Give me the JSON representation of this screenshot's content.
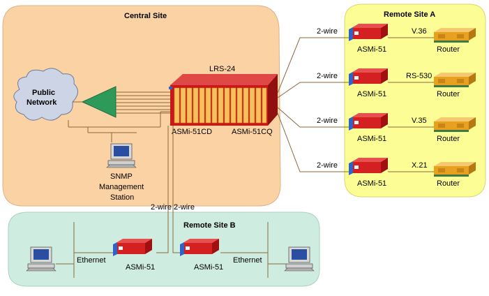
{
  "sites": {
    "central": {
      "title": "Central Site"
    },
    "remote_a": {
      "title": "Remote Site A"
    },
    "remote_b": {
      "title": "Remote Site B"
    }
  },
  "central": {
    "cloud_line1": "Public",
    "cloud_line2": "Network",
    "lrs_label": "LRS-24",
    "card_left": "ASMi-51CD",
    "card_right": "ASMi-51CQ",
    "snmp_line1": "SNMP",
    "snmp_line2": "Management",
    "snmp_line3": "Station"
  },
  "remote_a": {
    "links": [
      {
        "wire": "2-wire",
        "modem": "ASMi-51",
        "interface": "V.36",
        "router": "Router"
      },
      {
        "wire": "2-wire",
        "modem": "ASMi-51",
        "interface": "RS-530",
        "router": "Router"
      },
      {
        "wire": "2-wire",
        "modem": "ASMi-51",
        "interface": "V.35",
        "router": "Router"
      },
      {
        "wire": "2-wire",
        "modem": "ASMi-51",
        "interface": "X.21",
        "router": "Router"
      }
    ]
  },
  "remote_b": {
    "wire_label": "2-wire  2-wire",
    "left_ethernet": "Ethernet",
    "right_ethernet": "Ethernet",
    "left_modem": "ASMi-51",
    "right_modem": "ASMi-51"
  },
  "colors": {
    "central_bg": "#fbd2a4",
    "remote_a_bg": "#fdfd96",
    "remote_b_bg": "#cfece0",
    "modem_red": "#d42020",
    "lrs_red": "#c81818",
    "router_orange": "#e8a020",
    "line_brown": "#8a6a3a",
    "amplifier_green": "#2e9a5a"
  }
}
